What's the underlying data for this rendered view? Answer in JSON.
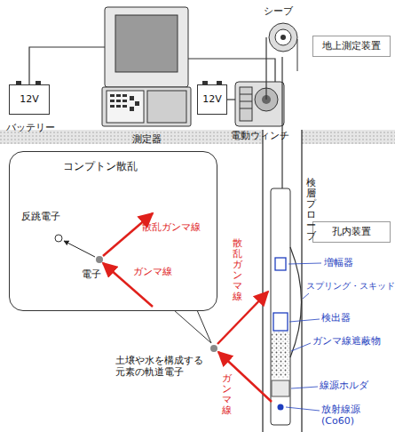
{
  "diagram": {
    "nodes": [
      {
        "text": [
          "地上測定装置"
        ]
      },
      {
        "text": [
          "孔内装置"
        ]
      },
      {
        "text": [
          "12V",
          "バッテリー"
        ]
      },
      {
        "text": [
          "測定器"
        ]
      },
      {
        "text": [
          "12V"
        ]
      },
      {
        "text": [
          "電動ウィンチ"
        ]
      },
      {
        "text": [
          "シーブ"
        ]
      },
      {
        "text": [
          "コンプトン散乱"
        ]
      }
    ],
    "edges": [
      {
        "from": 2,
        "to": 3,
        "arrow": "none"
      },
      {
        "from": 3,
        "to": 5,
        "arrow": "none"
      },
      {
        "from": 4,
        "to": 5,
        "arrow": "none"
      },
      {
        "from": 5,
        "to": 6,
        "arrow": "none"
      }
    ],
    "labels": [
      "反跳電子",
      "散乱ガンマ線",
      "電子",
      "ガンマ線",
      "散乱ガンマ線",
      "ガンマ線",
      "土壌や水を構成する元素の軌道電子",
      "検層プローブ",
      "増幅器",
      "スプリング・スキッド",
      "検出器",
      "ガンマ線遮蔽物",
      "線源ホルダ",
      "放射線源 (Co60)"
    ]
  }
}
